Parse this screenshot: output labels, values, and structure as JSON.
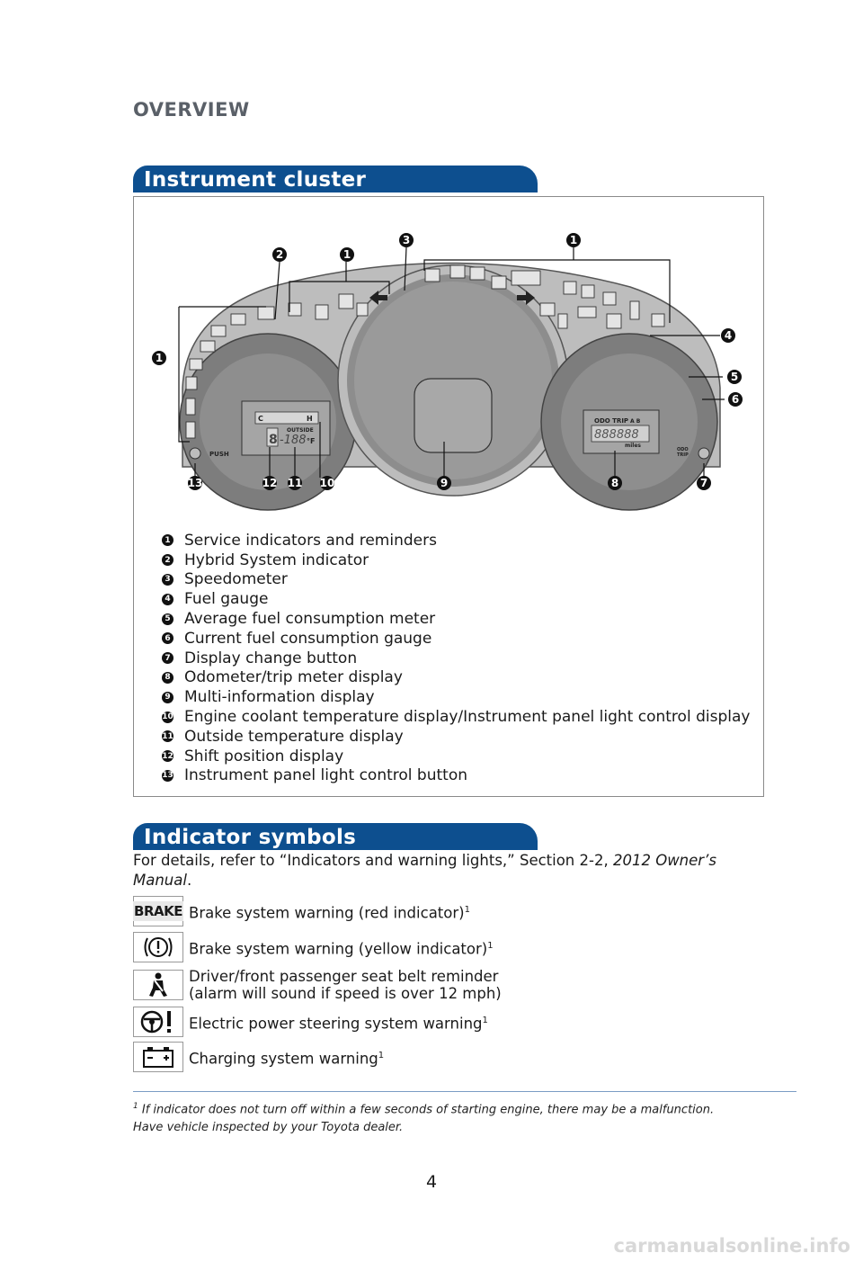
{
  "header": {
    "title": "OVERVIEW"
  },
  "sections": {
    "cluster_title": "Instrument cluster",
    "indicators_title": "Indicator symbols"
  },
  "cluster_labels": {
    "push": "PUSH",
    "outside": "OUTSIDE",
    "temp_reading": "-188",
    "temp_unit": "°F",
    "shift": "8",
    "coolant_c": "C",
    "coolant_h": "H",
    "odo_trip": "ODO TRIP",
    "trip_ab": "A B",
    "odometer_digits": "888888",
    "miles": "miles",
    "odo_button_line1": "ODO",
    "odo_button_line2": "TRIP"
  },
  "legend": [
    {
      "num": "1",
      "label": "Service indicators and reminders"
    },
    {
      "num": "2",
      "label": "Hybrid System indicator"
    },
    {
      "num": "3",
      "label": "Speedometer"
    },
    {
      "num": "4",
      "label": "Fuel gauge"
    },
    {
      "num": "5",
      "label": "Average fuel consumption meter"
    },
    {
      "num": "6",
      "label": "Current fuel consumption gauge"
    },
    {
      "num": "7",
      "label": "Display change button"
    },
    {
      "num": "8",
      "label": "Odometer/trip meter display"
    },
    {
      "num": "9",
      "label": "Multi-information display"
    },
    {
      "num": "10",
      "label": "Engine coolant temperature display/Instrument panel light control display"
    },
    {
      "num": "11",
      "label": "Outside temperature display"
    },
    {
      "num": "12",
      "label": "Shift position display"
    },
    {
      "num": "13",
      "label": "Instrument panel light control button"
    }
  ],
  "intro": {
    "text": "For details, refer to “Indicators and warning lights,” Section 2-2, ",
    "manual": "2012 Owner’s Manual",
    "end": "."
  },
  "indicators": [
    {
      "icon": "brake-text-icon",
      "symbol": "BRAKE",
      "label": "Brake system warning (red indicator)",
      "sup": "1"
    },
    {
      "icon": "brake-circle-icon",
      "label": "Brake system warning (yellow indicator)",
      "sup": "1"
    },
    {
      "icon": "seatbelt-icon",
      "label": "Driver/front passenger seat belt reminder",
      "label2": "(alarm will sound if speed is over 12 mph)"
    },
    {
      "icon": "steering-warning-icon",
      "label": "Electric power steering system warning",
      "sup": "1"
    },
    {
      "icon": "battery-icon",
      "label": "Charging system warning",
      "sup": "1"
    }
  ],
  "footnote": {
    "sup": "1",
    "text": "If indicator does not turn off within a few seconds of starting engine, there may be a malfunction. Have vehicle inspected by your Toyota dealer."
  },
  "page_number": "4",
  "watermark": "carmanualsonline.info",
  "colors": {
    "accent": "#0d4f8f",
    "callout": "#111111",
    "dial": "#8d8d8d"
  }
}
